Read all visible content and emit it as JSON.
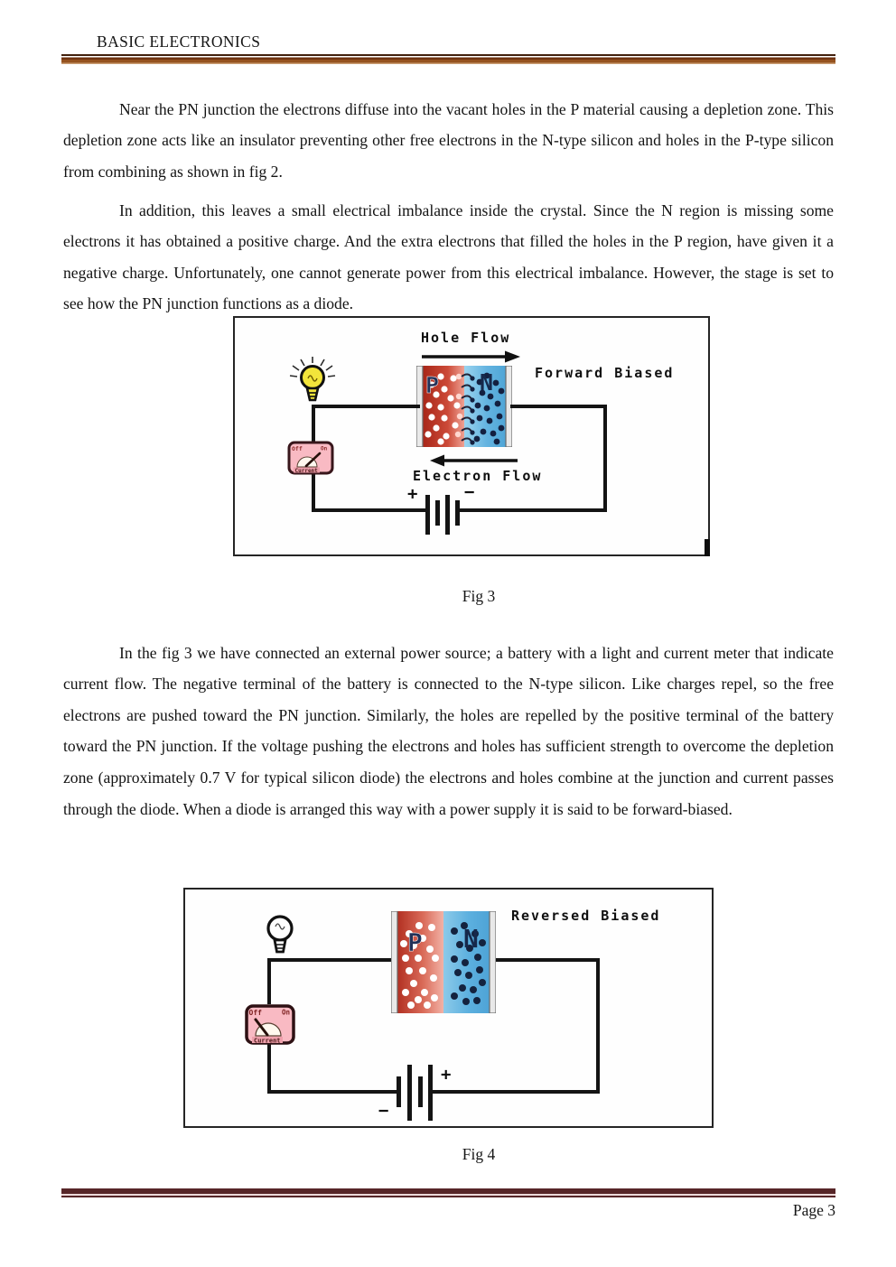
{
  "page": {
    "header_title": "BASIC ELECTRONICS",
    "footer_page": "Page 3"
  },
  "paragraphs": {
    "p1": "Near the PN junction the electrons diffuse into the vacant holes in the P material causing a depletion zone. This depletion zone acts like an insulator preventing other free electrons in the N-type silicon and holes in the P-type silicon from combining as shown in fig 2.",
    "p2": "In addition, this leaves a small electrical imbalance inside the crystal. Since the N region is missing some electrons it has obtained a positive charge. And the extra electrons that filled the holes in the P region, have given it a negative charge. Unfortunately, one cannot generate power from this electrical imbalance. However, the stage is set to see how the PN junction functions as a diode.",
    "p3": "In the fig 3 we have connected an external power source; a battery with a light and current meter that indicate current flow. The negative terminal of the battery is connected to the N-type silicon. Like charges repel, so the free electrons are pushed toward the PN junction. Similarly, the holes are repelled by the positive terminal of the battery toward the PN junction. If the voltage pushing the electrons and holes has sufficient strength to overcome the depletion zone (approximately 0.7 V for typical silicon diode) the electrons and holes combine at the junction and current passes through the diode. When a diode is arranged this way with a power supply it is said to be forward-biased."
  },
  "fig3": {
    "caption": "Fig 3",
    "labels": {
      "hole_flow": "Hole Flow",
      "electron_flow": "Electron Flow",
      "forward_biased": "Forward Biased",
      "p": "P",
      "n": "N",
      "plus": "+",
      "minus": "−",
      "switch_off": "Off",
      "switch_on": "On",
      "switch_current": "Current"
    }
  },
  "fig4": {
    "caption": "Fig 4",
    "labels": {
      "reversed_biased": "Reversed Biased",
      "p": "P",
      "n": "N",
      "plus": "+",
      "minus": "−",
      "switch_off": "Off",
      "switch_on": "On",
      "switch_current": "Current"
    }
  },
  "colors": {
    "header_rule_brown": "#8a4a1f",
    "footer_rule_maroon": "#572628",
    "p_region_red": "#c23a2a",
    "n_region_blue": "#6cbde6",
    "switch_pink": "#f9bac3",
    "bulb_yellow": "#f2e43b",
    "wire_black": "#141414"
  }
}
